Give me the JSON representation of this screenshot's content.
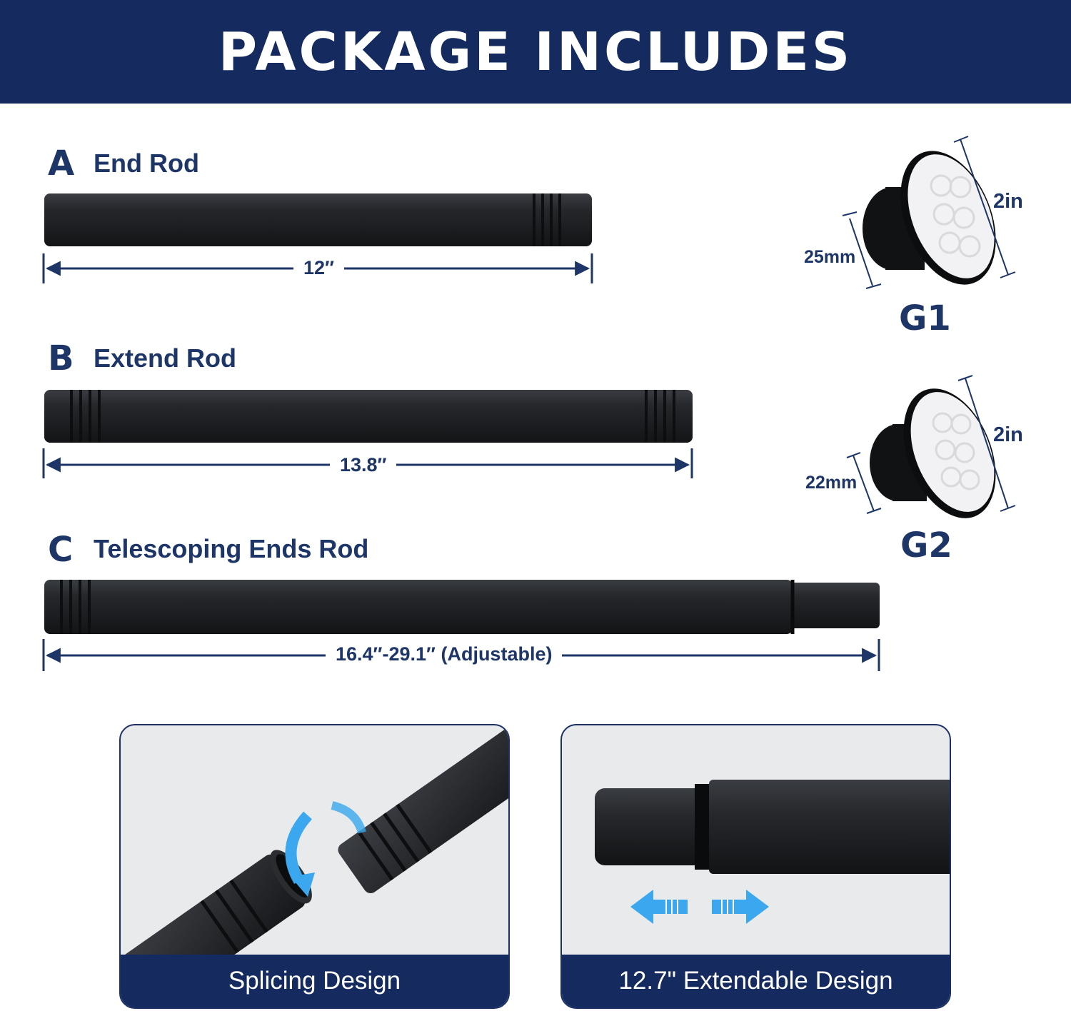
{
  "banner": {
    "title": "PACKAGE INCLUDES"
  },
  "parts": {
    "a": {
      "letter": "A",
      "name": "End Rod",
      "length": "12″"
    },
    "b": {
      "letter": "B",
      "name": "Extend Rod",
      "length": "13.8″"
    },
    "c": {
      "letter": "C",
      "name": "Telescoping Ends Rod",
      "length": "16.4″-29.1″ (Adjustable)"
    }
  },
  "holders": {
    "g1": {
      "label": "G1",
      "diameter": "25mm",
      "height": "2in"
    },
    "g2": {
      "label": "G2",
      "diameter": "22mm",
      "height": "2in"
    }
  },
  "features": {
    "splicing": {
      "caption": "Splicing Design"
    },
    "extendable": {
      "caption": "12.7\" Extendable Design"
    }
  },
  "colors": {
    "navy": "#152b60",
    "text_navy": "#1e3568",
    "rod_black": "#1f2124",
    "arrow_blue": "#3aa7ee"
  }
}
